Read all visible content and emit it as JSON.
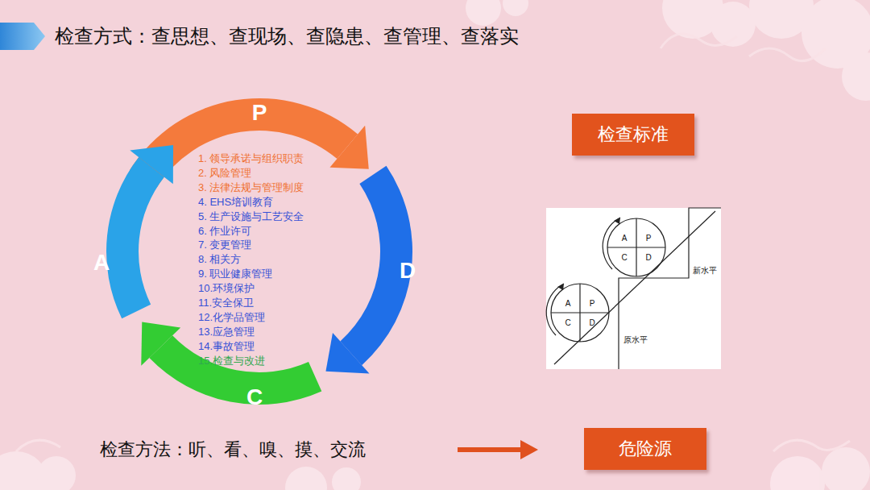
{
  "diagram": {
    "title": "检查方式：查思想、查现场、查隐患、查管理、查落实",
    "nodes": [
      {
        "text": [
          "检查标准"
        ]
      },
      {
        "text": [
          "危险源"
        ]
      }
    ],
    "labels": [
      "P",
      "D",
      "C",
      "A",
      "1. 领导承诺与组织职责",
      "2. 风险管理",
      "3. 法律法规与管理制度",
      "4. EHS培训教育",
      "5. 生产设施与工艺安全",
      "6. 作业许可",
      "7. 变更管理",
      "8. 相关方",
      "9. 职业健康管理",
      "10.环境保护",
      "11.安全保卫",
      "12.化学品管理",
      "13.应急管理",
      "14.事故管理",
      "15.检查与改进",
      "A",
      "P",
      "C",
      "D",
      "新水平",
      "A",
      "P",
      "C",
      "D",
      "原水平",
      "检查方法：听、看、嗅、摸、交流"
    ]
  }
}
